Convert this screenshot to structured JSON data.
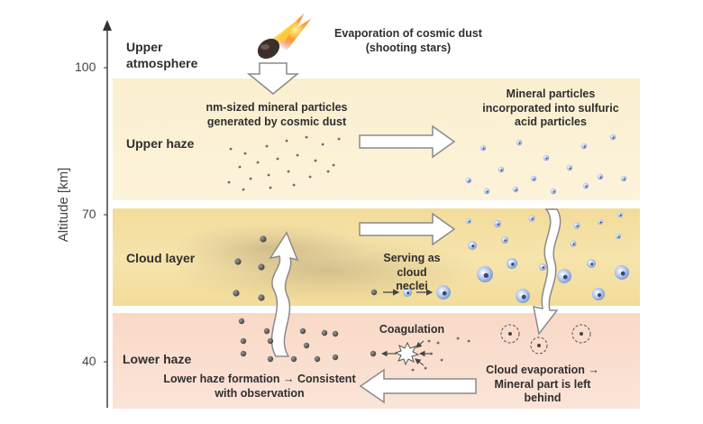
{
  "axis": {
    "label": "Altitude [km]",
    "ticks": [
      "100",
      "70",
      "40"
    ]
  },
  "layers": {
    "upper_atmosphere": "Upper atmosphere",
    "upper_haze": "Upper haze",
    "cloud_layer": "Cloud layer",
    "lower_haze": "Lower haze"
  },
  "notes": {
    "evaporation": "Evaporation of cosmic dust (shooting stars)",
    "nm_particles": "nm-sized mineral particles generated by cosmic dust",
    "incorporated": "Mineral particles incorporated into sulfuric acid particles",
    "nuclei": "Serving as cloud neclei",
    "coagulation": "Coagulation",
    "cloud_evaporation": "Cloud evaporation → Mineral part is left behind",
    "formation": "Lower haze formation → Consistent with observation"
  },
  "colors": {
    "upper_haze_band": "#fdf1d3",
    "cloud_band": "#f6e2a6",
    "lower_haze_band": "#f8dccf",
    "mineral_particle": "#555555",
    "acid_droplet": "#9fb8e6"
  }
}
